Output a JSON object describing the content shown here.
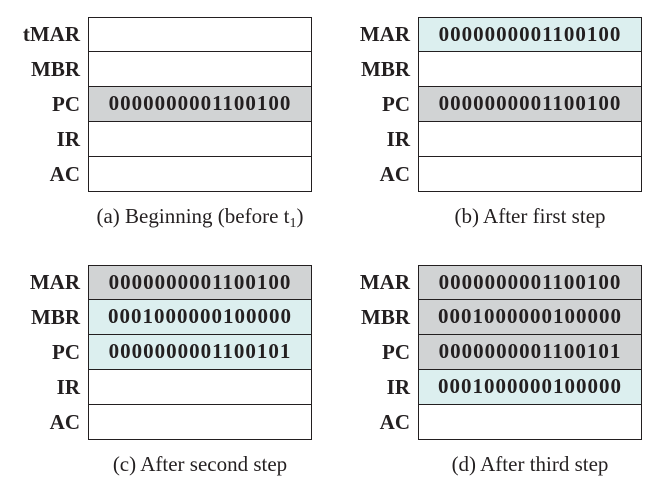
{
  "colors": {
    "old_value": "#d1d3d4",
    "new_value": "#dcefef",
    "empty": "#ffffff",
    "border": "#231f20",
    "text": "#231f20"
  },
  "panels": [
    {
      "caption": "(a) Beginning (before t",
      "caption_sub": "1",
      "caption_end": ")",
      "registers": [
        {
          "label": "tMAR",
          "value": "",
          "state": "empty"
        },
        {
          "label": "MBR",
          "value": "",
          "state": "empty"
        },
        {
          "label": "PC",
          "value": "0000000001100100",
          "state": "old_value"
        },
        {
          "label": "IR",
          "value": "",
          "state": "empty"
        },
        {
          "label": "AC",
          "value": "",
          "state": "empty"
        }
      ]
    },
    {
      "caption": "(b) After first step",
      "registers": [
        {
          "label": "MAR",
          "value": "0000000001100100",
          "state": "new_value"
        },
        {
          "label": "MBR",
          "value": "",
          "state": "empty"
        },
        {
          "label": "PC",
          "value": "0000000001100100",
          "state": "old_value"
        },
        {
          "label": "IR",
          "value": "",
          "state": "empty"
        },
        {
          "label": "AC",
          "value": "",
          "state": "empty"
        }
      ]
    },
    {
      "caption": "(c) After second step",
      "registers": [
        {
          "label": "MAR",
          "value": "0000000001100100",
          "state": "old_value"
        },
        {
          "label": "MBR",
          "value": "0001000000100000",
          "state": "new_value"
        },
        {
          "label": "PC",
          "value": "0000000001100101",
          "state": "new_value"
        },
        {
          "label": "IR",
          "value": "",
          "state": "empty"
        },
        {
          "label": "AC",
          "value": "",
          "state": "empty"
        }
      ]
    },
    {
      "caption": "(d) After third step",
      "registers": [
        {
          "label": "MAR",
          "value": "0000000001100100",
          "state": "old_value"
        },
        {
          "label": "MBR",
          "value": "0001000000100000",
          "state": "old_value"
        },
        {
          "label": "PC",
          "value": "0000000001100101",
          "state": "old_value"
        },
        {
          "label": "IR",
          "value": "0001000000100000",
          "state": "new_value"
        },
        {
          "label": "AC",
          "value": "",
          "state": "empty"
        }
      ]
    }
  ]
}
